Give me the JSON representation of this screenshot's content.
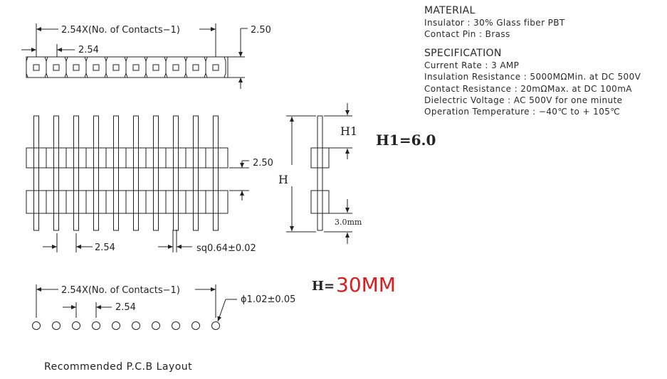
{
  "material": {
    "heading": "MATERIAL",
    "lines": [
      "Insulator : 30% Glass fiber PBT",
      "Contact Pin : Brass"
    ]
  },
  "specification": {
    "heading": "SPECIFICATION",
    "lines": [
      "Current Rate : 3 AMP",
      "Insulation Resistance : 5000MΩMin. at DC 500V",
      "Contact Resistance : 20mΩMax. at DC 100mA",
      "Dielectric Voltage : AC 500V for one minute",
      "Operation Temperature : −40℃ to + 105℃"
    ]
  },
  "top_view": {
    "span_label": "2.54X(No. of Contacts−1)",
    "pitch_label": "2.54",
    "width_label": "2.50"
  },
  "front_view": {
    "spacing_label": "2.50",
    "pitch_label": "2.54",
    "pin_label": "sq0.64±0.02"
  },
  "side_view": {
    "h1_label": "H1",
    "h_label": "H",
    "tail_label": "3.0mm",
    "h1_value": "H1=6.0",
    "h_prefix": "H=",
    "h_value": "30MM"
  },
  "pcb_layout": {
    "span_label": "2.54X(No. of Contacts−1)",
    "pitch_label": "2.54",
    "hole_label": "ϕ1.02±0.05",
    "caption": "Recommended P.C.B Layout"
  },
  "colors": {
    "line": "#222222",
    "highlight": "#d42020"
  }
}
